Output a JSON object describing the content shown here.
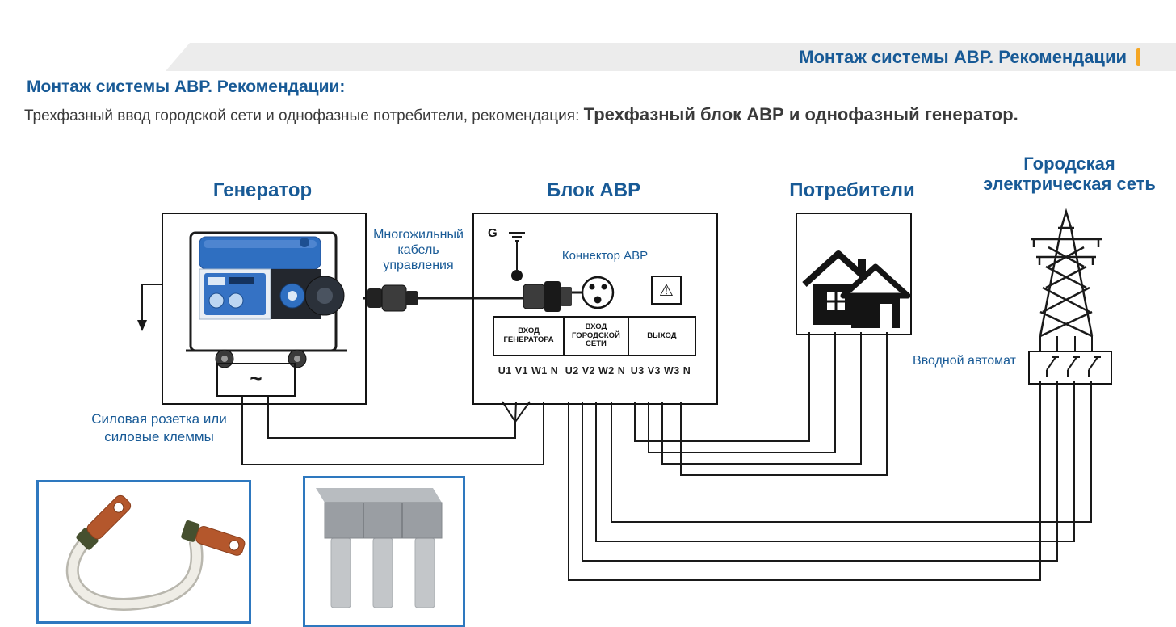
{
  "header": {
    "title": "Монтаж системы АВР. Рекомендации"
  },
  "intro": {
    "heading": "Монтаж системы АВР. Рекомендации:",
    "text_normal": "Трехфазный ввод городской сети и однофазные потребители, рекомендация: ",
    "text_bold": "Трехфазный блок АВР и однофазный генератор."
  },
  "diagram": {
    "generator_label": "Генератор",
    "socket_symbol": "~",
    "socket_caption": "Силовая розетка или силовые клеммы",
    "control_cable_label": "Многожильный кабель управления",
    "avr_label": "Блок АВР",
    "ground_label": "G",
    "connector_label": "Коннектор АВР",
    "warning_symbol": "⚠",
    "terminals": [
      {
        "name": "ВХОД ГЕНЕРАТОРА",
        "pins": "U1 V1 W1 N"
      },
      {
        "name": "ВХОД ГОРОДСКОЙ СЕТИ",
        "pins": "U2 V2 W2 N"
      },
      {
        "name": "ВЫХОД",
        "pins": "U3 V3 W3 N"
      }
    ],
    "consumers_label": "Потребители",
    "grid_label": "Городская электрическая сеть",
    "breaker_label": "Вводной автомат"
  },
  "colors": {
    "accent_blue": "#185a96",
    "accent_orange": "#f5a623",
    "line_black": "#1a1a1a",
    "photo_border": "#2e78bf"
  }
}
